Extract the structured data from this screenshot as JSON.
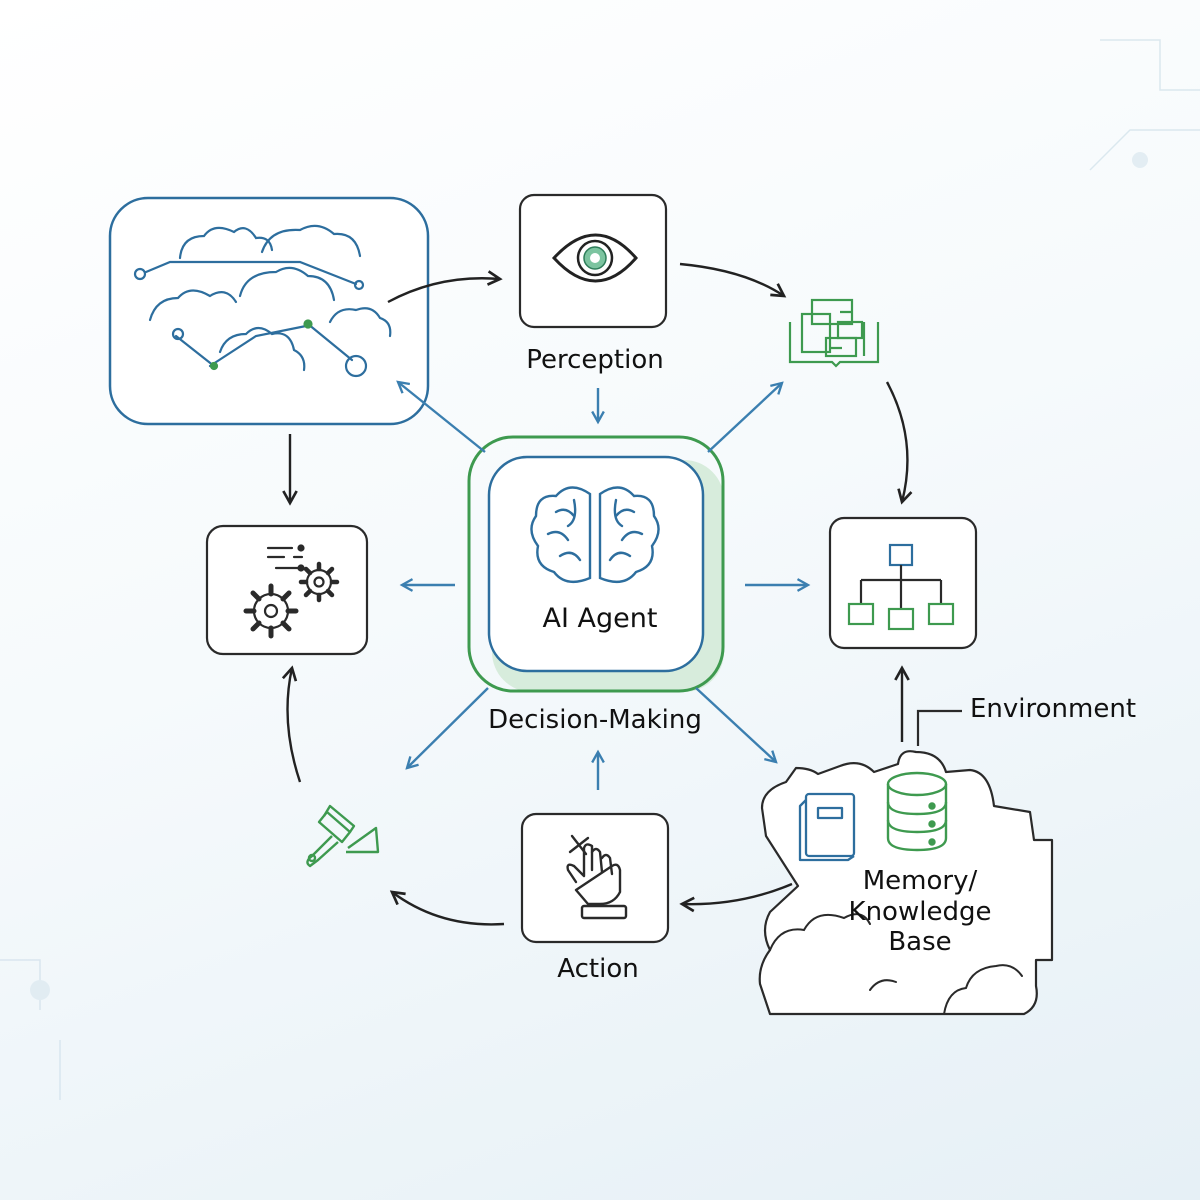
{
  "labels": {
    "perception": "Perception",
    "center": "AI Agent",
    "decision": "Decision-Making",
    "environment": "Environment",
    "memory_line1": "Memory/",
    "memory_line2": "Knowledge",
    "memory_line3": "Base",
    "action": "Action"
  },
  "colors": {
    "blue": "#2d6e9e",
    "green": "#3e9a4f",
    "dark": "#2a2a2a",
    "center_glow": "#d4ead8"
  },
  "icons": {
    "cloud_network": "cloud-network-icon",
    "perception": "eye-icon",
    "documents": "documents-icon",
    "brain": "brain-icon",
    "gears": "gears-icon",
    "hierarchy": "hierarchy-icon",
    "memory_book": "book-icon",
    "memory_database": "database-icon",
    "tool": "brush-tool-icon",
    "action": "hand-icon"
  }
}
